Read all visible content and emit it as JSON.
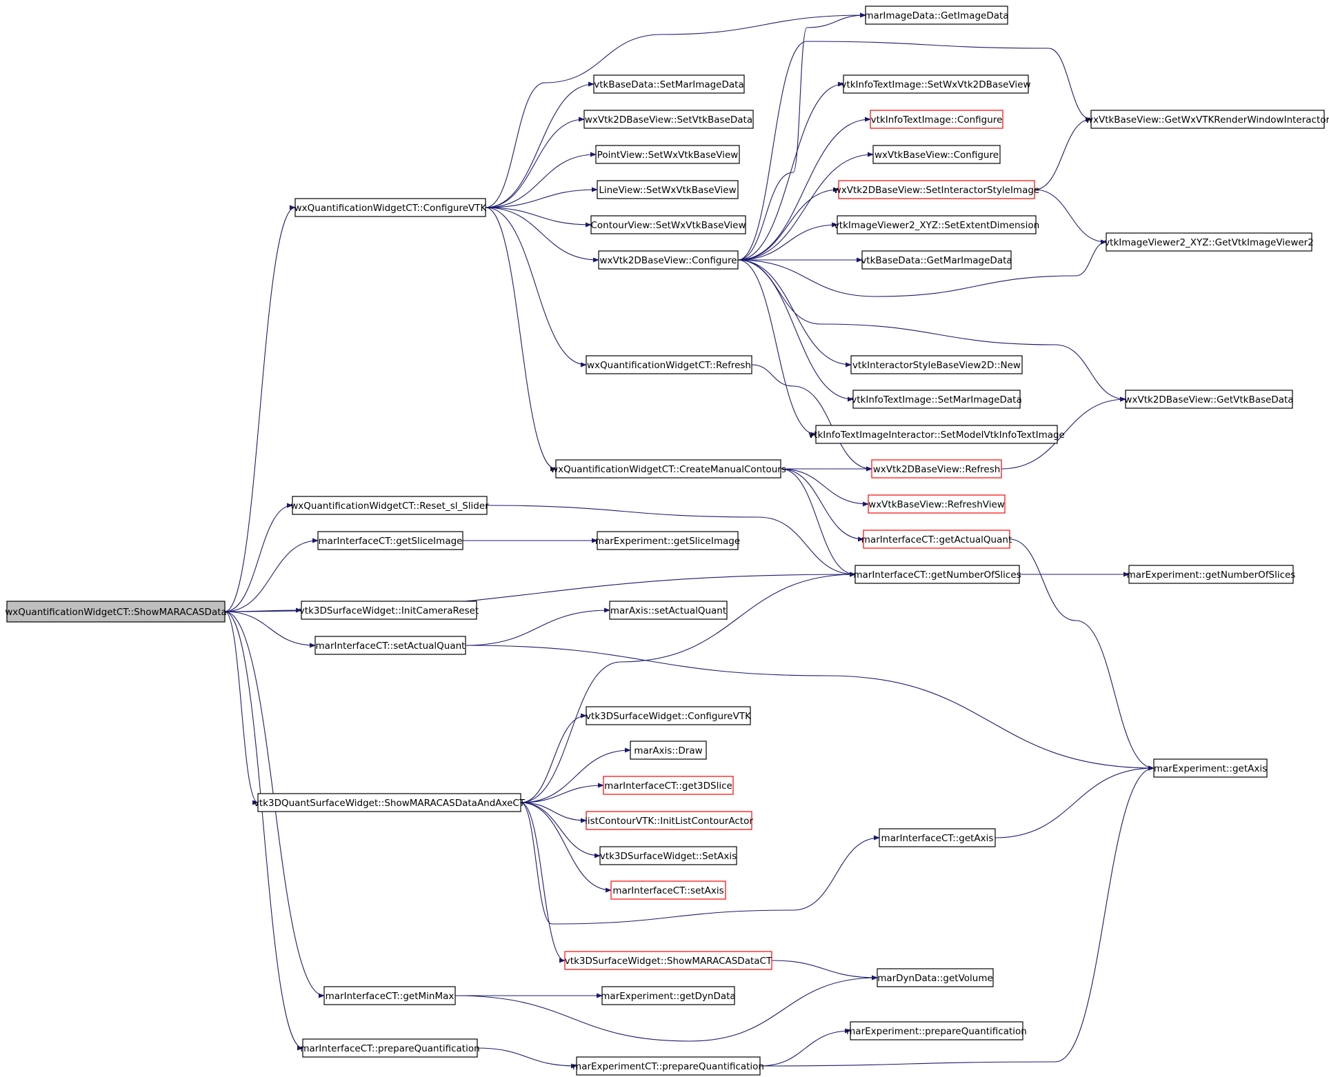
{
  "graph": {
    "colors": {
      "edge": "#191970",
      "node_border": "#000000",
      "truncated_border": "#ff0000",
      "root_fill": "#bfbfbf",
      "node_fill": "#ffffff"
    },
    "nodes": [
      {
        "id": "root",
        "label": "wxQuantificationWidgetCT::ShowMARACASData",
        "style": "root"
      },
      {
        "id": "n_configvtk",
        "label": "wxQuantificationWidgetCT::ConfigureVTK"
      },
      {
        "id": "n_reset",
        "label": "wxQuantificationWidgetCT::Reset_sl_Slider"
      },
      {
        "id": "n_getsliceimg",
        "label": "marInterfaceCT::getSliceImage"
      },
      {
        "id": "n_initcam",
        "label": "vtk3DSurfaceWidget::InitCameraReset"
      },
      {
        "id": "n_setactq",
        "label": "marInterfaceCT::setActualQuant"
      },
      {
        "id": "n_show3dq",
        "label": "vtk3DQuantSurfaceWidget::ShowMARACASDataAndAxeCT"
      },
      {
        "id": "n_getminmax",
        "label": "marInterfaceCT::getMinMax"
      },
      {
        "id": "n_prepq",
        "label": "marInterfaceCT::prepareQuantification"
      },
      {
        "id": "n_getimgdata",
        "label": "marImageData::GetImageData"
      },
      {
        "id": "n_setmarimg",
        "label": "vtkBaseData::SetMarImageData"
      },
      {
        "id": "n_setvtkbase",
        "label": "wxVtk2DBaseView::SetVtkBaseData"
      },
      {
        "id": "n_pointview",
        "label": "PointView::SetWxVtkBaseView"
      },
      {
        "id": "n_lineview",
        "label": "LineView::SetWxVtkBaseView"
      },
      {
        "id": "n_contourview",
        "label": "ContourView::SetWxVtkBaseView"
      },
      {
        "id": "n_w2dconf",
        "label": "wxVtk2DBaseView::Configure"
      },
      {
        "id": "n_qrefresh",
        "label": "wxQuantificationWidgetCT::Refresh"
      },
      {
        "id": "n_createmc",
        "label": "wxQuantificationWidgetCT::CreateManualContours"
      },
      {
        "id": "n_vitsetwx",
        "label": "vtkInfoTextImage::SetWxVtk2DBaseView"
      },
      {
        "id": "n_vitconf",
        "label": "vtkInfoTextImage::Configure",
        "style": "truncated"
      },
      {
        "id": "n_wbvconf",
        "label": "wxVtkBaseView::Configure"
      },
      {
        "id": "n_setistyle",
        "label": "wxVtk2DBaseView::SetInteractorStyleImage",
        "style": "truncated"
      },
      {
        "id": "n_setextent",
        "label": "vtkImageViewer2_XYZ::SetExtentDimension"
      },
      {
        "id": "n_getmarimg",
        "label": "vtkBaseData::GetMarImageData"
      },
      {
        "id": "n_isnew",
        "label": "vtkInteractorStyleBaseView2D::New"
      },
      {
        "id": "n_vitsetmar",
        "label": "vtkInfoTextImage::SetMarImageData"
      },
      {
        "id": "n_vitisetmodel",
        "label": "vtkInfoTextImageInteractor::SetModelVtkInfoTextImage"
      },
      {
        "id": "n_w2drefresh",
        "label": "wxVtk2DBaseView::Refresh",
        "style": "truncated"
      },
      {
        "id": "n_refreshview",
        "label": "wxVtkBaseView::RefreshView",
        "style": "truncated"
      },
      {
        "id": "n_getactq",
        "label": "marInterfaceCT::getActualQuant",
        "style": "truncated"
      },
      {
        "id": "n_getnslices",
        "label": "marInterfaceCT::getNumberOfSlices"
      },
      {
        "id": "n_mexpslice",
        "label": "marExperiment::getSliceImage"
      },
      {
        "id": "n_axissetq",
        "label": "marAxis::setActualQuant"
      },
      {
        "id": "n_3dconfvtk",
        "label": "vtk3DSurfaceWidget::ConfigureVTK"
      },
      {
        "id": "n_axisdraw",
        "label": "marAxis::Draw"
      },
      {
        "id": "n_get3dslice",
        "label": "marInterfaceCT::get3DSlice",
        "style": "truncated"
      },
      {
        "id": "n_initlca",
        "label": "listContourVTK::InitListContourActor",
        "style": "truncated"
      },
      {
        "id": "n_3dsetaxis",
        "label": "vtk3DSurfaceWidget::SetAxis"
      },
      {
        "id": "n_ictsetaxis",
        "label": "marInterfaceCT::setAxis",
        "style": "truncated"
      },
      {
        "id": "n_3dshowct",
        "label": "vtk3DSurfaceWidget::ShowMARACASDataCT",
        "style": "truncated"
      },
      {
        "id": "n_getdyn",
        "label": "marExperiment::getDynData"
      },
      {
        "id": "n_mexpctprep",
        "label": "marExperimentCT::prepareQuantification"
      },
      {
        "id": "n_ictgetaxis",
        "label": "marInterfaceCT::getAxis"
      },
      {
        "id": "n_getvolume",
        "label": "marDynData::getVolume"
      },
      {
        "id": "n_mexpprep",
        "label": "marExperiment::prepareQuantification"
      },
      {
        "id": "n_getrwi",
        "label": "wxVtkBaseView::GetWxVTKRenderWindowInteractor"
      },
      {
        "id": "n_getviewer2",
        "label": "vtkImageViewer2_XYZ::GetVtkImageViewer2"
      },
      {
        "id": "n_getvtkbase",
        "label": "wxVtk2DBaseView::GetVtkBaseData"
      },
      {
        "id": "n_mexpnslices",
        "label": "marExperiment::getNumberOfSlices"
      },
      {
        "id": "n_mexpgetaxis",
        "label": "marExperiment::getAxis"
      }
    ]
  }
}
